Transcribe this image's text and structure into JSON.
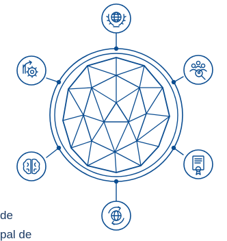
{
  "colors": {
    "primary": "#0b4d91",
    "text": "#1b3a63",
    "background": "#ffffff"
  },
  "center": {
    "icon": "geodesic-sphere-icon"
  },
  "nodes": [
    {
      "id": "top",
      "icon": "globe-laurel-icon"
    },
    {
      "id": "upper-right",
      "icon": "people-search-icon"
    },
    {
      "id": "lower-right",
      "icon": "certificate-icon"
    },
    {
      "id": "bottom",
      "icon": "globe-cycle-icon"
    },
    {
      "id": "lower-left",
      "icon": "brain-icon"
    },
    {
      "id": "upper-left",
      "icon": "gear-arrows-icon"
    }
  ],
  "text": {
    "line1": "de",
    "line2": "pal de"
  }
}
